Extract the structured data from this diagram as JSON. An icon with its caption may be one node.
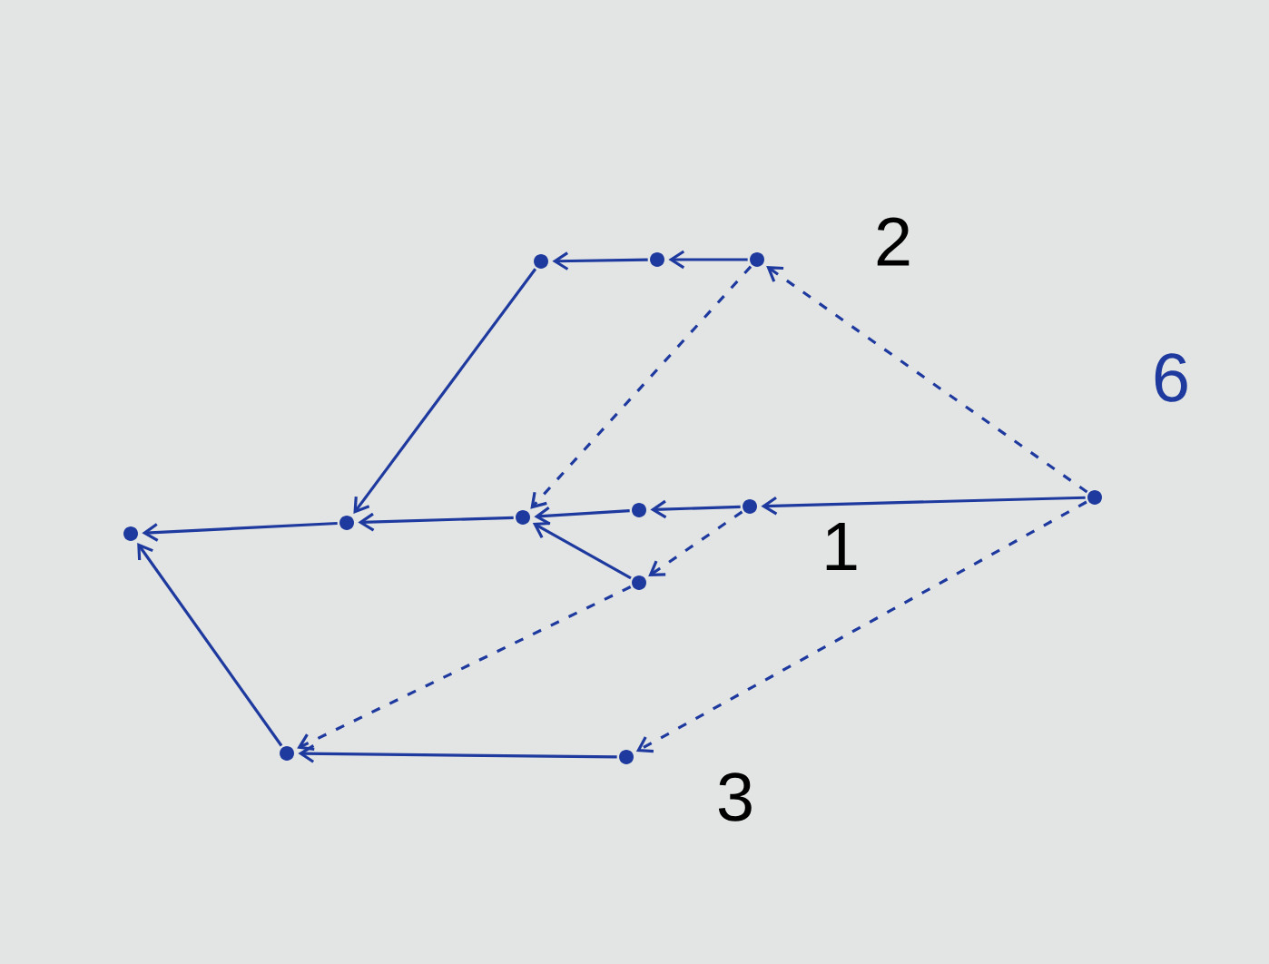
{
  "diagram": {
    "nodes": [
      {
        "text": [],
        "shape": "circle"
      },
      {
        "text": [],
        "shape": "circle"
      },
      {
        "text": [],
        "shape": "circle",
        "beside": [
          "2"
        ]
      },
      {
        "text": [],
        "shape": "circle",
        "beside": [
          "6"
        ]
      },
      {
        "text": [],
        "shape": "circle"
      },
      {
        "text": [],
        "shape": "circle"
      },
      {
        "text": [],
        "shape": "circle"
      },
      {
        "text": [],
        "shape": "circle"
      },
      {
        "text": [],
        "shape": "circle",
        "beside": [
          "1"
        ]
      },
      {
        "text": [],
        "shape": "circle"
      },
      {
        "text": [],
        "shape": "circle"
      },
      {
        "text": [],
        "shape": "circle",
        "beside": [
          "3"
        ]
      }
    ],
    "edges": [
      {
        "from": 2,
        "to": 1,
        "arrow": "to"
      },
      {
        "from": 1,
        "to": 0,
        "arrow": "to"
      },
      {
        "from": 0,
        "to": 5,
        "arrow": "to"
      },
      {
        "from": 3,
        "to": 8,
        "arrow": "to"
      },
      {
        "from": 8,
        "to": 7,
        "arrow": "to"
      },
      {
        "from": 7,
        "to": 6,
        "arrow": "to"
      },
      {
        "from": 9,
        "to": 6,
        "arrow": "to"
      },
      {
        "from": 6,
        "to": 5,
        "arrow": "to"
      },
      {
        "from": 5,
        "to": 4,
        "arrow": "to"
      },
      {
        "from": 10,
        "to": 4,
        "arrow": "to"
      },
      {
        "from": 11,
        "to": 10,
        "arrow": "to"
      },
      {
        "from": 3,
        "to": 2,
        "arrow": "to",
        "style": "dashed"
      },
      {
        "from": 3,
        "to": 11,
        "arrow": "to",
        "style": "dashed"
      },
      {
        "from": 2,
        "to": 6,
        "arrow": "to",
        "style": "dashed"
      },
      {
        "from": 8,
        "to": 9,
        "arrow": "to",
        "style": "dashed"
      },
      {
        "from": 9,
        "to": 10,
        "arrow": "to",
        "style": "dashed"
      }
    ]
  }
}
